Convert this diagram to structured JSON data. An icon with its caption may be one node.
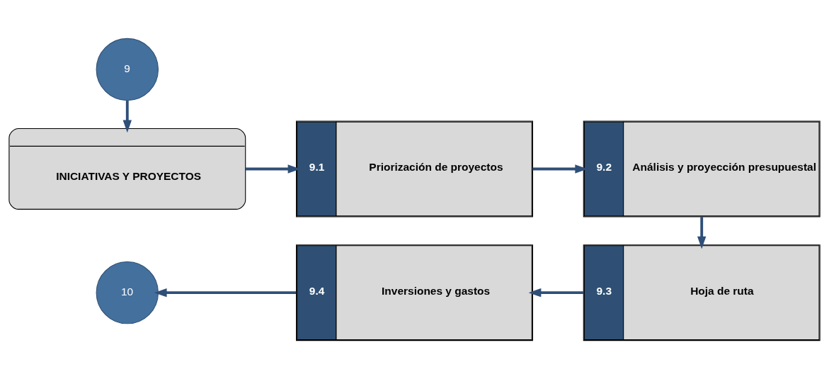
{
  "diagram": {
    "nodes": [
      {
        "text": [
          "9"
        ]
      },
      {
        "text": [
          "INICIATIVAS Y PROYECTOS"
        ]
      },
      {
        "text": [
          "9.1",
          "Priorización de proyectos"
        ]
      },
      {
        "text": [
          "9.2",
          "Análisis y proyección presupuestal"
        ]
      },
      {
        "text": [
          "9.3",
          "Hoja de ruta"
        ]
      },
      {
        "text": [
          "9.4",
          "Inversiones y gastos"
        ]
      },
      {
        "text": [
          "10"
        ]
      }
    ],
    "edges": [
      {
        "from": 0,
        "to": 1,
        "arrow": "to"
      },
      {
        "from": 1,
        "to": 2,
        "arrow": "to"
      },
      {
        "from": 2,
        "to": 3,
        "arrow": "to"
      },
      {
        "from": 3,
        "to": 4,
        "arrow": "to"
      },
      {
        "from": 4,
        "to": 5,
        "arrow": "to"
      },
      {
        "from": 5,
        "to": 6,
        "arrow": "to"
      }
    ]
  }
}
